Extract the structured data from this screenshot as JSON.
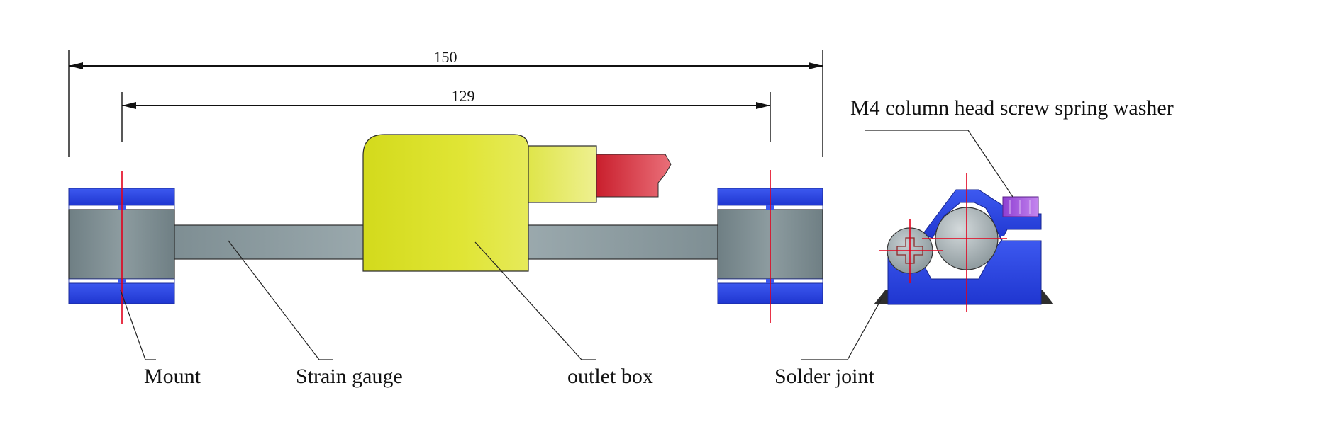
{
  "dimensions": {
    "overall": "150",
    "mount_spacing": "129"
  },
  "labels": {
    "mount": "Mount",
    "strain_gauge": "Strain gauge",
    "outlet_box": "outlet box",
    "solder_joint": "Solder joint",
    "screw": "M4 column head screw spring washer"
  },
  "colors": {
    "mount_blue": "#2a46e6",
    "gauge_gray": "#8a9aa0",
    "outlet_yellow": "#dce02a",
    "cable_red": "#d6323d",
    "washer_purple": "#a35cdc",
    "centerline_red": "#e3001b"
  }
}
